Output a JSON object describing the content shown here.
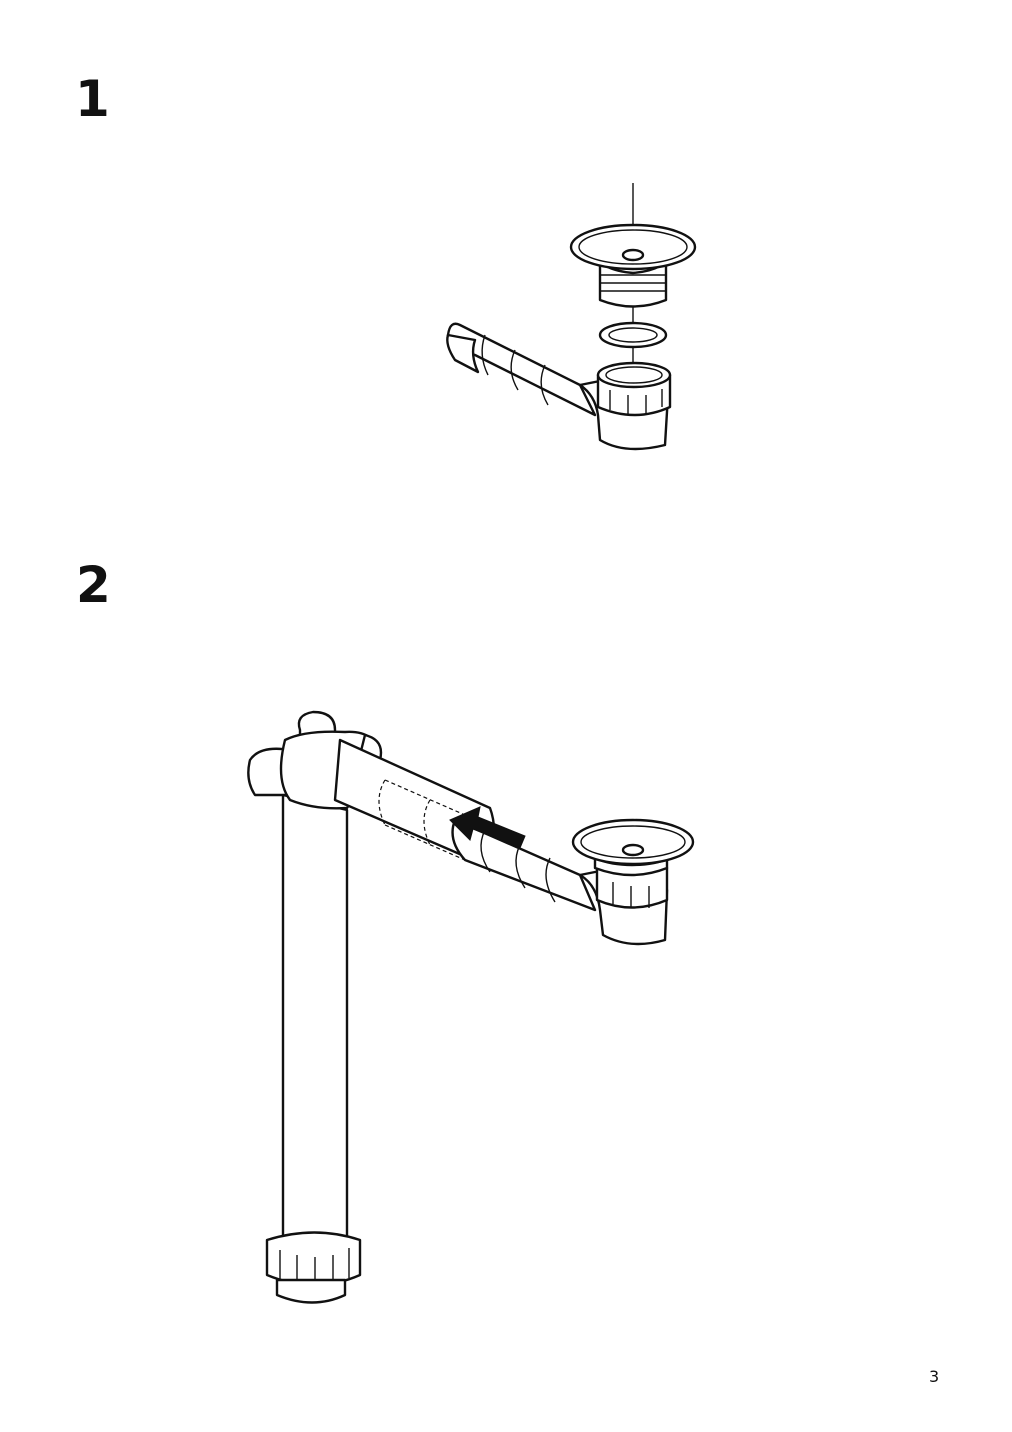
{
  "steps": [
    {
      "number": "1"
    },
    {
      "number": "2"
    }
  ],
  "page": {
    "number": "3"
  }
}
